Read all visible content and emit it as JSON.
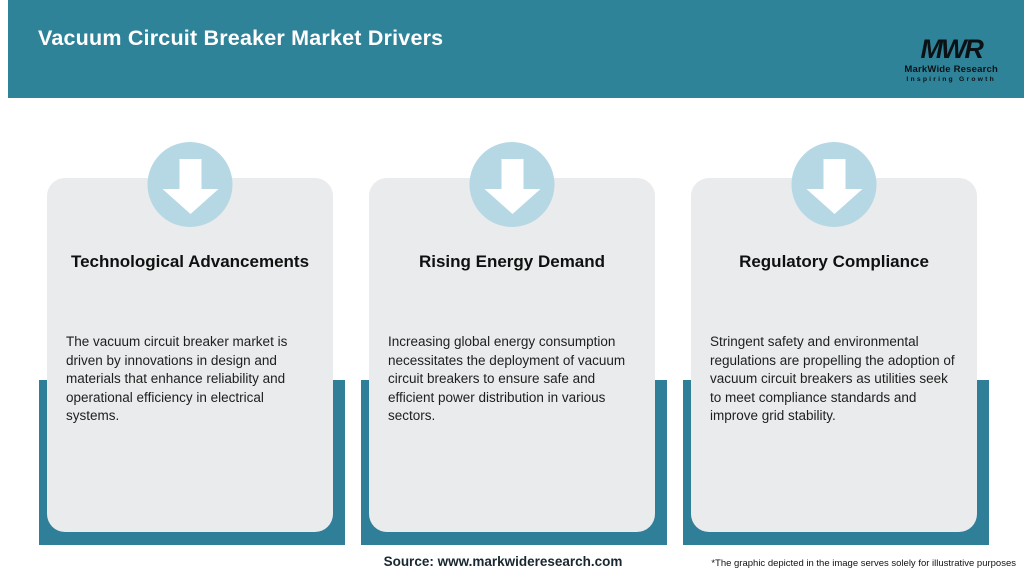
{
  "header": {
    "title": "Vacuum Circuit Breaker Market Drivers",
    "logo": {
      "acronym": "MWR",
      "name": "MarkWide Research",
      "tagline": "Inspiring Growth"
    }
  },
  "cards": [
    {
      "icon": "down-arrow-icon",
      "title": "Technological Advancements",
      "description": "The vacuum circuit breaker market is driven by innovations in design and materials that enhance reliability and operational efficiency in electrical systems."
    },
    {
      "icon": "down-arrow-icon",
      "title": "Rising Energy Demand",
      "description": "Increasing global energy consumption necessitates the deployment of vacuum circuit breakers to ensure safe and efficient power distribution in various sectors."
    },
    {
      "icon": "down-arrow-icon",
      "title": "Regulatory Compliance",
      "description": "Stringent safety and environmental regulations are propelling the adoption of vacuum circuit breakers as utilities seek to meet compliance standards and improve grid stability."
    }
  ],
  "footer": {
    "source": "Source: www.markwideresearch.com",
    "disclaimer": "*The graphic depicted in the image serves solely for illustrative purposes"
  },
  "colors": {
    "teal_header": "#2F8399",
    "teal_bar": "#2F7F99",
    "icon_circle_blue": "#B5D8E4",
    "card_background": "#E9EBEC"
  }
}
